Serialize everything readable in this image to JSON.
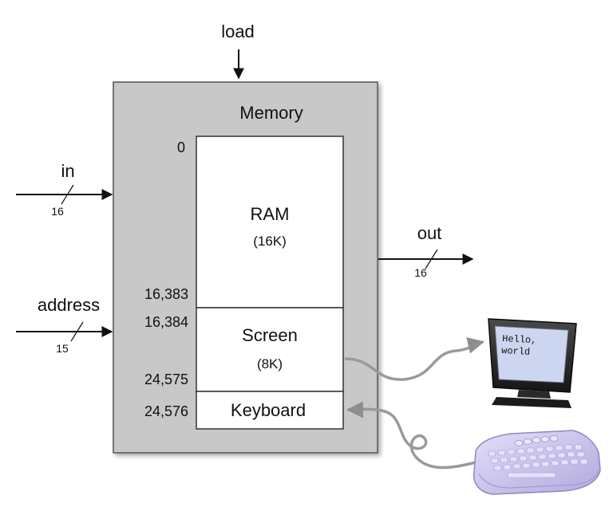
{
  "diagram": {
    "title": "Memory",
    "inputs": {
      "load": "load",
      "in": "in",
      "address": "address"
    },
    "output": "out",
    "bus_widths": {
      "in": "16",
      "address": "15",
      "out": "16"
    },
    "segments": {
      "ram": {
        "name": "RAM",
        "size": "(16K)"
      },
      "screen": {
        "name": "Screen",
        "size": "(8K)"
      },
      "keyboard": {
        "name": "Keyboard"
      }
    },
    "addresses": {
      "ram_start": "0",
      "ram_end": "16,383",
      "screen_start": "16,384",
      "screen_end": "24,575",
      "keyboard": "24,576"
    },
    "monitor_text": {
      "line1": "Hello,",
      "line2": "world"
    }
  },
  "colors": {
    "memory_box": "#c8c8c8",
    "segment_fill": "#ffffff",
    "line": "#111111",
    "cable": "#9a9a9a",
    "monitor_screen": "#cdd6f0",
    "monitor_body": "#1e1e1e",
    "keyboard_body": "#cdc6ea"
  }
}
